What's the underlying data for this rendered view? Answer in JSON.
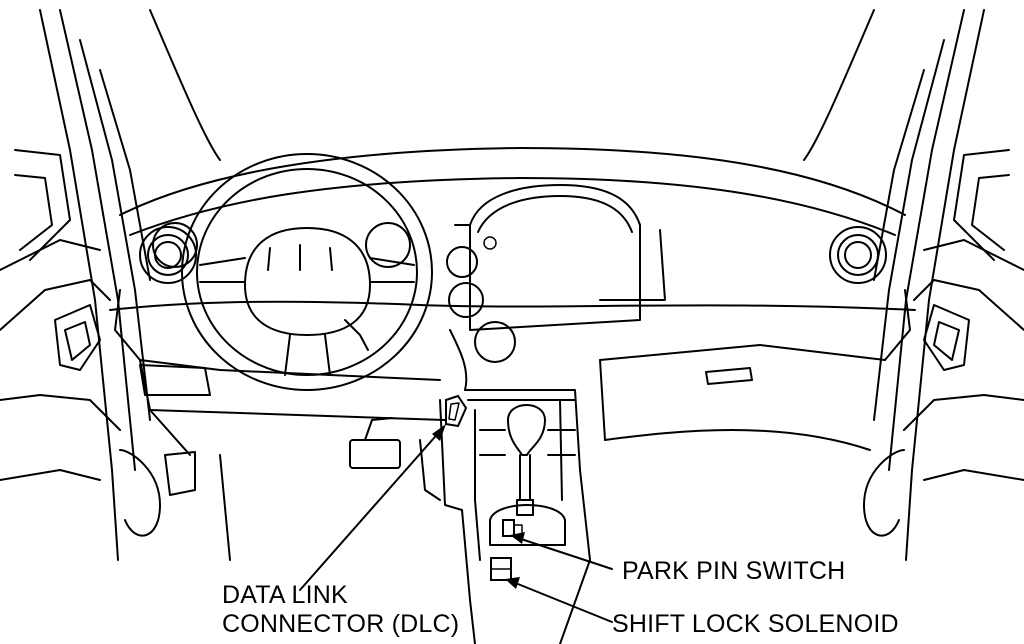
{
  "labels": {
    "dlc_line1": "DATA LINK",
    "dlc_line2": "CONNECTOR (DLC)",
    "park_pin_switch": "PARK PIN SWITCH",
    "shift_lock_solenoid": "SHIFT LOCK SOLENOID"
  }
}
